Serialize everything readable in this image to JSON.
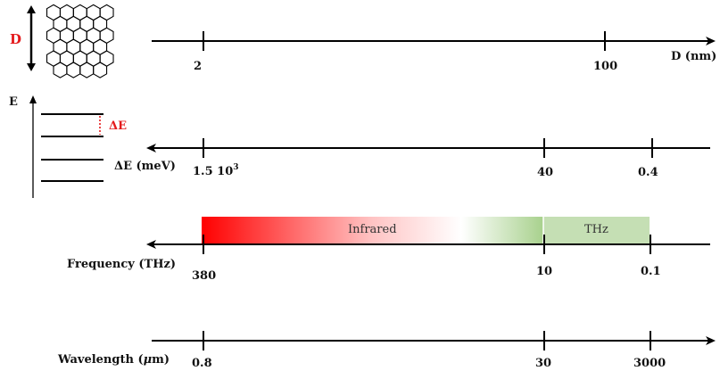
{
  "nanocrystal": {
    "size_symbol": "D"
  },
  "energy_levels": {
    "axis_label": "E",
    "gap_label": "ΔE"
  },
  "scales": [
    {
      "id": "size",
      "label": "D (nm)",
      "arrow": "right",
      "ticks": [
        {
          "text": "2"
        },
        {
          "text": "100"
        }
      ]
    },
    {
      "id": "energy",
      "label_main": "ΔE",
      "label_unit": " (meV)",
      "arrow": "left",
      "ticks": [
        {
          "text": "1.5 10",
          "sup": "3"
        },
        {
          "text": "40"
        },
        {
          "text": "0.4"
        }
      ]
    },
    {
      "id": "frequency",
      "label": "Frequency (THz)",
      "arrow": "left",
      "ticks": [
        {
          "text": "380"
        },
        {
          "text": "10"
        },
        {
          "text": "0.1"
        }
      ],
      "bands": [
        {
          "label": "Infrared",
          "from": 380,
          "to": 10,
          "gradient": [
            "#ff0000",
            "#ffffff",
            "#a8d18d"
          ]
        },
        {
          "label": "THz",
          "from": 10,
          "to": 0.1,
          "color": "#c5dfb4"
        }
      ]
    },
    {
      "id": "wavelength",
      "label_prefix": "Wavelength (",
      "label_mu": "μ",
      "label_suffix": "m)",
      "arrow": "right",
      "ticks": [
        {
          "text": "0.8"
        },
        {
          "text": "30"
        },
        {
          "text": "3000"
        }
      ]
    }
  ],
  "colors": {
    "accent_red": "#e41a1c",
    "line": "#000000"
  }
}
